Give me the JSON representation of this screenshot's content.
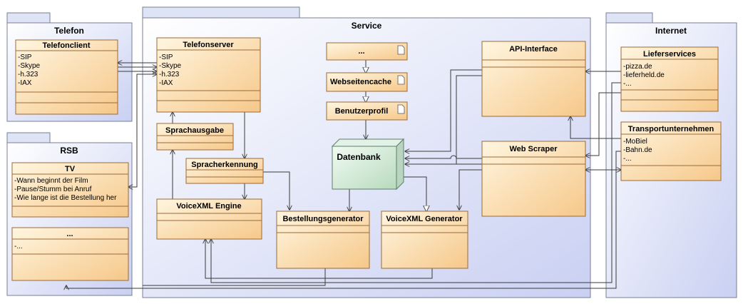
{
  "packages": {
    "telefon": "Telefon",
    "rsb": "RSB",
    "service": "Service",
    "internet": "Internet"
  },
  "classes": {
    "telefonclient": {
      "title": "Telefonclient",
      "attrs": [
        "-SIP",
        "-Skype",
        "-h.323",
        "-IAX"
      ]
    },
    "tv": {
      "title": "TV",
      "attrs": [
        "-Wann beginnt der Film",
        "-Pause/Stumm bei Anruf",
        "-Wie lange ist die Bestellung her"
      ]
    },
    "rsb_more": {
      "title": "...",
      "attrs": [
        "-..."
      ]
    },
    "telefonserver": {
      "title": "Telefonserver",
      "attrs": [
        "-SIP",
        "-Skype",
        "-h.323",
        "-IAX"
      ]
    },
    "sprachausgabe": {
      "title": "Sprachausgabe"
    },
    "spracherkennung": {
      "title": "Spracherkennung"
    },
    "voicexml_engine": {
      "title": "VoiceXML Engine"
    },
    "bestellungsgenerator": {
      "title": "Bestellungsgenerator"
    },
    "voicexml_generator": {
      "title": "VoiceXML Generator"
    },
    "api_interface": {
      "title": "API-Interface"
    },
    "web_scraper": {
      "title": "Web Scraper"
    },
    "lieferservices": {
      "title": "Lieferservices",
      "attrs": [
        "-pizza.de",
        "-lieferheld.de",
        "-..."
      ]
    },
    "transportunternehmen": {
      "title": "Transportunternehmen",
      "attrs": [
        "-MoBiel",
        "-Bahn.de",
        "-..."
      ]
    }
  },
  "artifacts": {
    "art_more": "...",
    "webseitencache": "Webseitencache",
    "benutzerprofil": "Benutzerprofil"
  },
  "node": {
    "datenbank": "Datenbank"
  }
}
